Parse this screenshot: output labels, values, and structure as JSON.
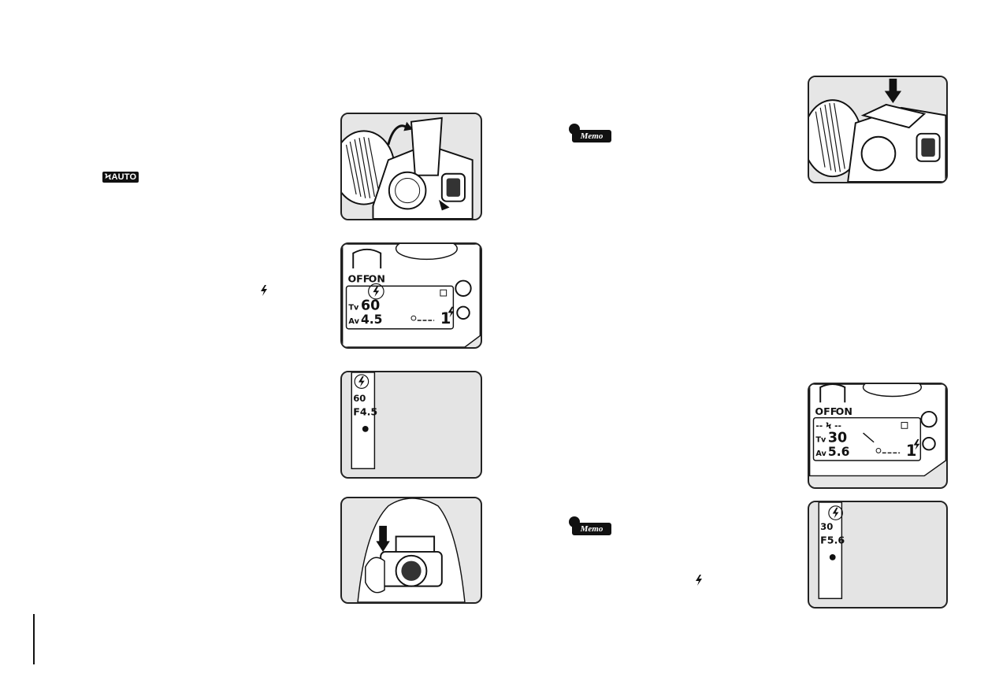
{
  "left_column": {
    "badge_label": "ϞAUTO"
  },
  "figures": {
    "lcd_top": {
      "off_label": "OFF",
      "on_label": "ON",
      "tv_prefix": "Tv",
      "tv_value": "60",
      "av_prefix": "Av",
      "av_value": "4.5",
      "frame_count": "1"
    },
    "viewfinder_1": {
      "shutter": "60",
      "aperture": "F4.5"
    },
    "lcd_bottom": {
      "off_label": "OFF",
      "on_label": "ON",
      "dashes": "-- Ϟ --",
      "tv_prefix": "Tv",
      "tv_value": "30",
      "av_prefix": "Av",
      "av_value": "5.6",
      "frame_count": "1"
    },
    "viewfinder_2": {
      "shutter": "30",
      "aperture": "F5.6"
    }
  },
  "memo_label": "Memo",
  "colors": {
    "panel_bg": "#e4e4e4",
    "ink": "#111111"
  }
}
